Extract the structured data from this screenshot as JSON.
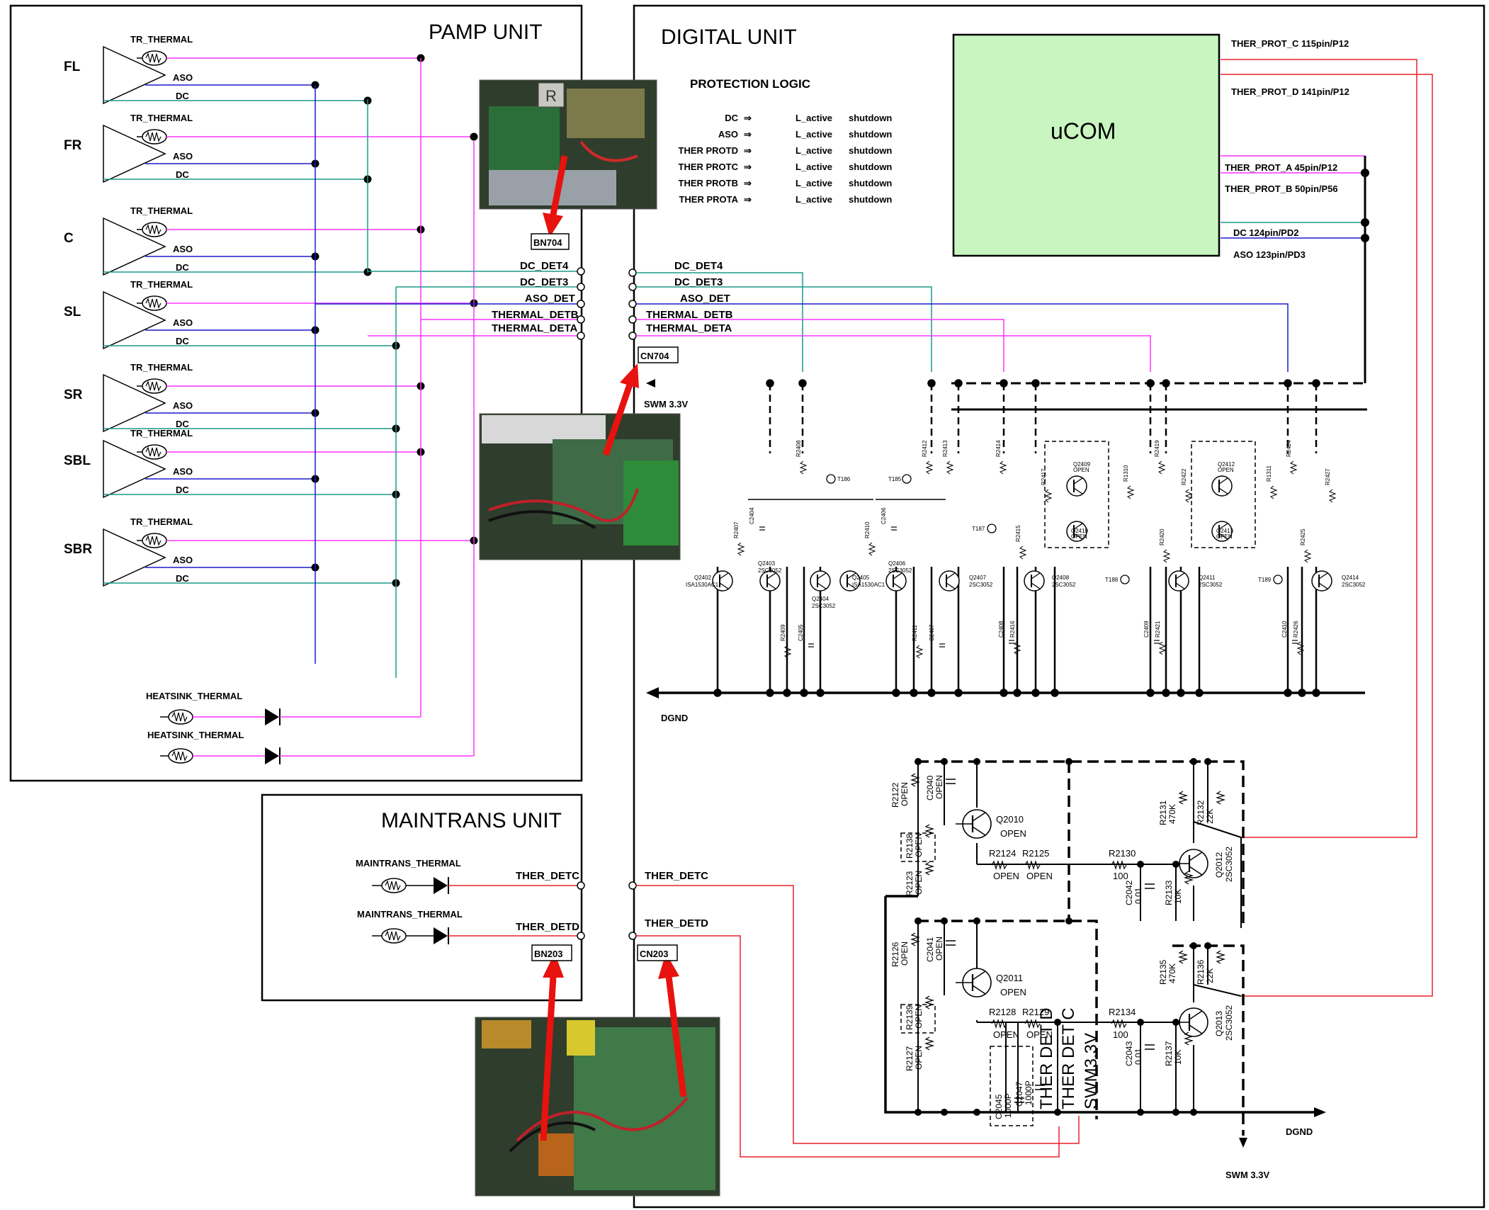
{
  "units": {
    "pamp": "PAMP UNIT",
    "digital": "DIGITAL UNIT",
    "maintrans": "MAINTRANS UNIT"
  },
  "channels": [
    {
      "name": "FL",
      "thermal": "TR_THERMAL",
      "aso": "ASO",
      "dc": "DC"
    },
    {
      "name": "FR",
      "thermal": "TR_THERMAL",
      "aso": "ASO",
      "dc": "DC"
    },
    {
      "name": "C",
      "thermal": "TR_THERMAL",
      "aso": "ASO",
      "dc": "DC"
    },
    {
      "name": "SL",
      "thermal": "TR_THERMAL",
      "aso": "ASO",
      "dc": "DC"
    },
    {
      "name": "SR",
      "thermal": "TR_THERMAL",
      "aso": "ASO",
      "dc": "DC"
    },
    {
      "name": "SBL",
      "thermal": "TR_THERMAL",
      "aso": "ASO",
      "dc": "DC"
    },
    {
      "name": "SBR",
      "thermal": "TR_THERMAL",
      "aso": "ASO",
      "dc": "DC"
    }
  ],
  "heatsink": [
    "HEATSINK_THERMAL",
    "HEATSINK_THERMAL"
  ],
  "maintrans_thermal": [
    "MAINTRANS_THERMAL",
    "MAINTRANS_THERMAL"
  ],
  "pamp_signals": [
    "DC_DET4",
    "DC_DET3",
    "ASO_DET",
    "THERMAL_DETB",
    "THERMAL_DETA"
  ],
  "digital_signals": [
    "DC_DET4",
    "DC_DET3",
    "ASO_DET",
    "THERMAL_DETB",
    "THERMAL_DETA"
  ],
  "maintrans_signals": [
    "THER_DETC",
    "THER_DETD"
  ],
  "digital_ther_signals": [
    "THER_DETC",
    "THER_DETD"
  ],
  "connectors": {
    "bn704": "BN704",
    "cn704": "CN704",
    "bn203": "BN203",
    "cn203": "CN203"
  },
  "protection": {
    "title": "PROTECTION LOGIC",
    "rows": [
      {
        "signal": "DC",
        "arrow": "⇒",
        "level": "L_active",
        "action": "shutdown"
      },
      {
        "signal": "ASO",
        "arrow": "⇒",
        "level": "L_active",
        "action": "shutdown"
      },
      {
        "signal": "THER PROTD",
        "arrow": "⇒",
        "level": "L_active",
        "action": "shutdown"
      },
      {
        "signal": "THER PROTC",
        "arrow": "⇒",
        "level": "L_active",
        "action": "shutdown"
      },
      {
        "signal": "THER PROTB",
        "arrow": "⇒",
        "level": "L_active",
        "action": "shutdown"
      },
      {
        "signal": "THER PROTA",
        "arrow": "⇒",
        "level": "L_active",
        "action": "shutdown"
      }
    ]
  },
  "ucom": {
    "label": "uCOM",
    "pins": [
      "THER_PROT_C 115pin/P12",
      "THER_PROT_D 141pin/P12",
      "THER_PROT_A 45pin/P12",
      "THER_PROT_B 50pin/P56",
      "DC 124pin/PD2",
      "ASO 123pin/PD3"
    ]
  },
  "rails": {
    "swm1": "SWM 3.3V",
    "dgnd1": "DGND",
    "dgnd2": "DGND",
    "swm2": "SWM 3.3V"
  },
  "upper_parts": {
    "transistors": [
      {
        "ref": "Q2402",
        "type": "ISA1530AC1"
      },
      {
        "ref": "Q2403",
        "type": "2SC3052"
      },
      {
        "ref": "Q2404",
        "type": "2SC3052"
      },
      {
        "ref": "Q2405",
        "type": "ISA1530AC1"
      },
      {
        "ref": "Q2406",
        "type": "2SC3052"
      },
      {
        "ref": "Q2407",
        "type": "2SC3052"
      },
      {
        "ref": "Q2408",
        "type": "2SC3052"
      },
      {
        "ref": "Q2409",
        "type": "OPEN"
      },
      {
        "ref": "Q2410",
        "type": "OPEN"
      },
      {
        "ref": "Q2411",
        "type": "2SC3052"
      },
      {
        "ref": "Q2412",
        "type": "OPEN"
      },
      {
        "ref": "Q2413",
        "type": "OPEN"
      },
      {
        "ref": "Q2414",
        "type": "2SC3052"
      }
    ],
    "tests": [
      "T186",
      "T185",
      "T187",
      "T188",
      "T189"
    ],
    "resistors": [
      "R2408",
      "R2412",
      "R2413",
      "R2414",
      "R2415",
      "R2417",
      "R2419",
      "R2420",
      "R2422",
      "R2424",
      "R2425",
      "R2427",
      "R2407",
      "R2410",
      "R2409",
      "R2411",
      "R2416",
      "R2421",
      "R2426",
      "R1310",
      "R1311"
    ],
    "caps": [
      "C2404",
      "C2406",
      "C2405",
      "C2407",
      "C2408",
      "C2409",
      "C2410"
    ]
  },
  "lower_parts": {
    "q2010": {
      "ref": "Q2010",
      "val": "OPEN"
    },
    "q2011": {
      "ref": "Q2011",
      "val": "OPEN"
    },
    "q2012": {
      "ref": "Q2012",
      "val": "2SC3052"
    },
    "q2013": {
      "ref": "Q2013",
      "val": "2SC3052"
    },
    "r2122": {
      "ref": "R2122",
      "val": "OPEN"
    },
    "c2040": {
      "ref": "C2040",
      "val": "OPEN"
    },
    "r2138": {
      "ref": "R2138",
      "val": "OPEN"
    },
    "r2123": {
      "ref": "R2123",
      "val": "OPEN"
    },
    "r2124": {
      "ref": "R2124",
      "val": "OPEN"
    },
    "r2125": {
      "ref": "R2125",
      "val": "OPEN"
    },
    "r2130": {
      "ref": "R2130",
      "val": "100"
    },
    "r2131": {
      "ref": "R2131",
      "val": "470K"
    },
    "r2132": {
      "ref": "R2132",
      "val": "22K"
    },
    "c2042": {
      "ref": "C2042",
      "val": "0.01"
    },
    "r2133": {
      "ref": "R2133",
      "val": "10K"
    },
    "r2126": {
      "ref": "R2126",
      "val": "OPEN"
    },
    "c2041": {
      "ref": "C2041",
      "val": "OPEN"
    },
    "r2139": {
      "ref": "R2139",
      "val": "OPEN"
    },
    "r2127": {
      "ref": "R2127",
      "val": "OPEN"
    },
    "r2128": {
      "ref": "R2128",
      "val": "OPEN"
    },
    "r2129": {
      "ref": "R2129",
      "val": "OPEN"
    },
    "r2134": {
      "ref": "R2134",
      "val": "100"
    },
    "r2135": {
      "ref": "R2135",
      "val": "470K"
    },
    "r2136": {
      "ref": "R2136",
      "val": "22K"
    },
    "c2043": {
      "ref": "C2043",
      "val": "0.01"
    },
    "r2137": {
      "ref": "R2137",
      "val": "10K"
    },
    "c2045": {
      "ref": "C2045",
      "val": "1000P"
    },
    "c2047": {
      "ref": "C2047",
      "val": "1000P"
    }
  },
  "vertical_labels": [
    "THER DET D",
    "THER DET C",
    "SWM3.3V"
  ],
  "colors": {
    "thermal": "#ff33ff",
    "aso": "#1a1acc",
    "dc": "#1a9a8a",
    "ther_prot": "#e8202a",
    "ucom_fill": "#c8f5c0",
    "arrow": "#e8120f"
  }
}
